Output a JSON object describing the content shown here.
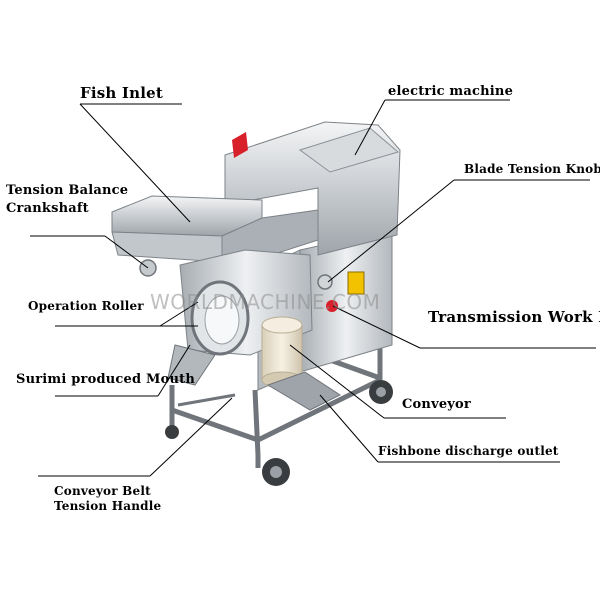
{
  "labels": {
    "fish_inlet": "Fish Inlet",
    "electric_machine": "electric machine",
    "blade_tension_knob": "Blade Tension Knob",
    "tension_balance_line1": "Tension Balance",
    "tension_balance_line2": "Crankshaft",
    "operation_roller": "Operation Roller",
    "transmission_work_box": "Transmission Work Box",
    "surimi_mouth": "Surimi produced Mouth",
    "conveyor": "Conveyor",
    "fishbone_outlet": "Fishbone discharge outlet",
    "belt_handle_line1": "Conveyor Belt",
    "belt_handle_line2": "Tension Handle"
  },
  "watermark": "WORLDMACHINE.COM",
  "colors": {
    "steel_light": "#e6e8ea",
    "steel_mid": "#b9bec3",
    "steel_dark": "#7d8388",
    "warning_label": "#f2c200",
    "red_accent": "#d8202a",
    "roller": "#efe6d2"
  }
}
